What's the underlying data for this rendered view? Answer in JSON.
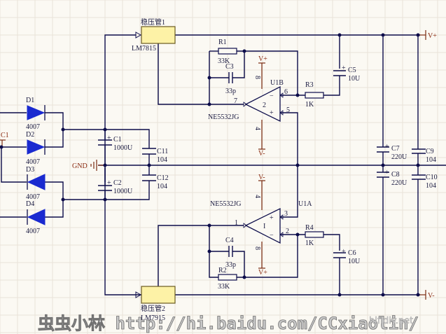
{
  "diagram": {
    "type": "circuit-schematic",
    "title": "Dual op-amp power supply schematic"
  },
  "regulators": [
    {
      "ref": "稳压管1",
      "part": "LM7815"
    },
    {
      "ref": "稳压管2",
      "part": "LM7915"
    }
  ],
  "diodes": [
    {
      "ref": "D1",
      "value": "4007"
    },
    {
      "ref": "D2",
      "value": "4007"
    },
    {
      "ref": "D3",
      "value": "4007"
    },
    {
      "ref": "D4",
      "value": "4007"
    }
  ],
  "capacitors": {
    "C1": {
      "ref": "C1",
      "value": "1000U"
    },
    "C2": {
      "ref": "C2",
      "value": "1000U"
    },
    "C3": {
      "ref": "C3",
      "value": "33p"
    },
    "C4": {
      "ref": "C4",
      "value": "33p"
    },
    "C5": {
      "ref": "C5",
      "value": "10U"
    },
    "C6": {
      "ref": "C6",
      "value": "10U"
    },
    "C7": {
      "ref": "C7",
      "value": "220U"
    },
    "C8": {
      "ref": "C8",
      "value": "220U"
    },
    "C9": {
      "ref": "C9",
      "value": "104"
    },
    "C10": {
      "ref": "C10",
      "value": "104"
    },
    "C11": {
      "ref": "C11",
      "value": "104"
    },
    "C12": {
      "ref": "C12",
      "value": "104"
    }
  },
  "resistors": {
    "R1": {
      "ref": "R1",
      "value": "33K"
    },
    "R2": {
      "ref": "R2",
      "value": "33K"
    },
    "R3": {
      "ref": "R3",
      "value": "1K"
    },
    "R4": {
      "ref": "R4",
      "value": "1K"
    }
  },
  "opamps": {
    "U1B": {
      "ref": "U1B",
      "part": "NE5532JG",
      "unit": "2",
      "pins": {
        "out": "7",
        "inv": "6",
        "noninv": "5",
        "vpos": "8",
        "vneg": "4"
      }
    },
    "U1A": {
      "ref": "U1A",
      "part": "NE5532JG",
      "unit": "I",
      "pins": {
        "out": "1",
        "inv": "2",
        "noninv": "3",
        "vpos": "8",
        "vneg": "4"
      }
    }
  },
  "power_ports": {
    "vplus": "V+",
    "vminus": "V-",
    "gnd": "GND",
    "input_label": "C1"
  },
  "signs": {
    "plus": "+",
    "minus": "−"
  },
  "watermark": {
    "text": "虫虫小林 http://hi.baidu.com/CCxiaolin/",
    "site": "hifidiy.net"
  }
}
